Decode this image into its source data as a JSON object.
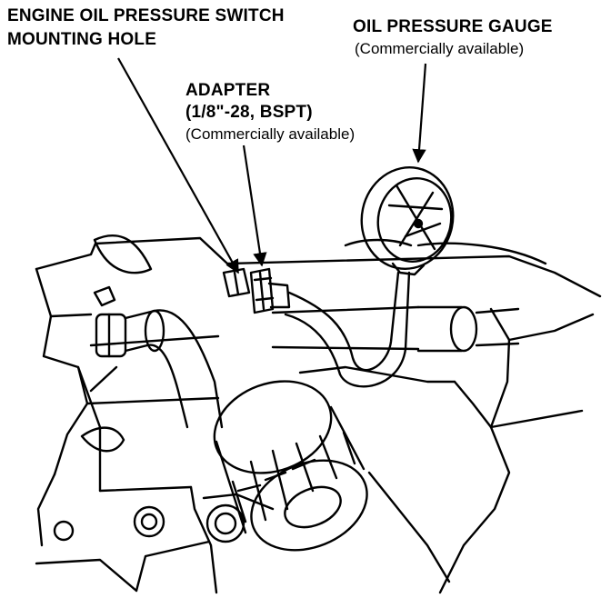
{
  "callouts": {
    "switch_hole": {
      "line1": "ENGINE OIL PRESSURE SWITCH",
      "line2": "MOUNTING HOLE"
    },
    "adapter": {
      "title": "ADAPTER",
      "spec": "(1/8\"-28, BSPT)",
      "note": "(Commercially available)"
    },
    "gauge": {
      "title": "OIL PRESSURE GAUGE",
      "note": "(Commercially available)"
    }
  },
  "colors": {
    "ink": "#000000",
    "paper": "#ffffff"
  }
}
